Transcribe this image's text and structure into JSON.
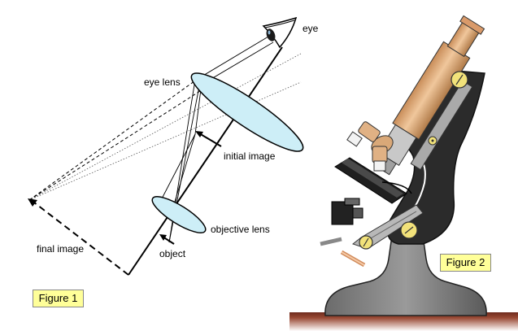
{
  "figure1": {
    "labels": {
      "eye": "eye",
      "eye_lens": "eye lens",
      "initial_image": "initial image",
      "objective_lens": "objective lens",
      "object": "object",
      "final_image": "final image"
    },
    "caption": "Figure 1"
  },
  "figure2": {
    "caption": "Figure 2"
  },
  "colors": {
    "lens_fill": "#cdeef7",
    "tube": "#d9a878",
    "stand": "#2b2b2b",
    "brass": "#f2e27a",
    "table": "#8b3a2a",
    "caption_bg": "#ffff99"
  }
}
